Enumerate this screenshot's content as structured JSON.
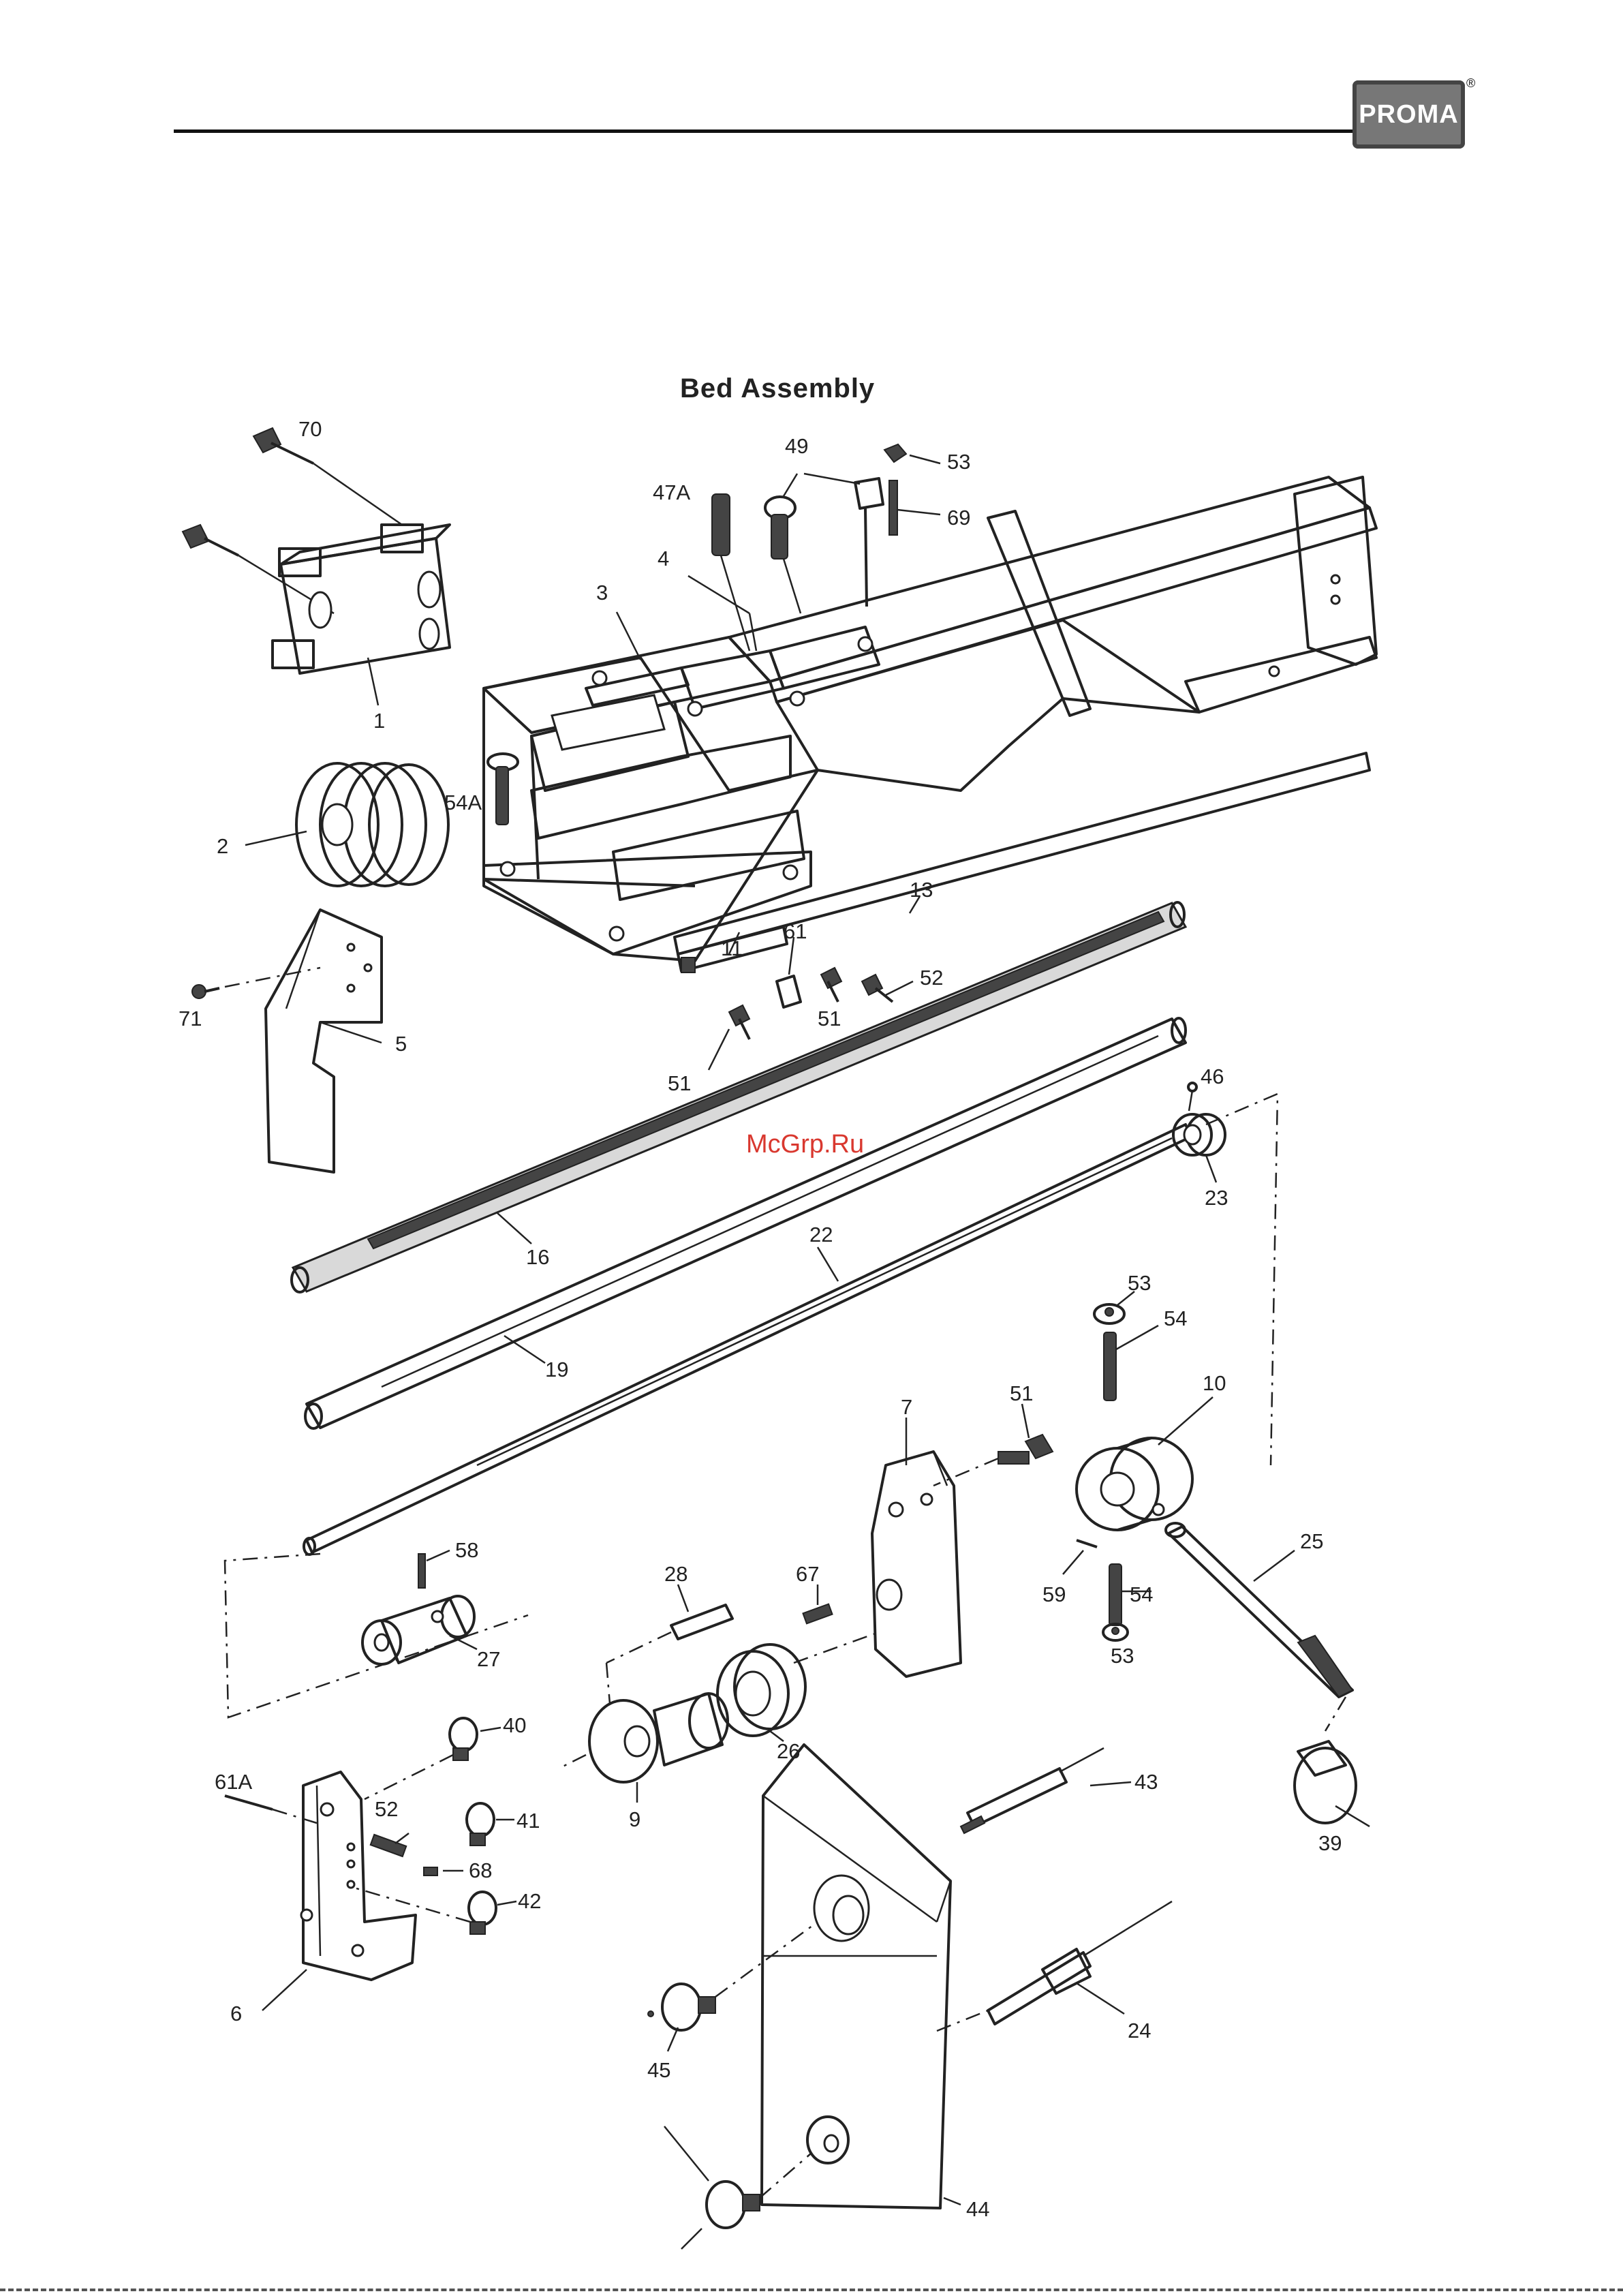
{
  "header": {
    "logo_text": "PROMA",
    "logo_reg": "®"
  },
  "diagram": {
    "title": "Bed Assembly",
    "watermark": "McGrp.Ru",
    "labels": [
      {
        "id": "70",
        "text": "70"
      },
      {
        "id": "1",
        "text": "1"
      },
      {
        "id": "2",
        "text": "2"
      },
      {
        "id": "71",
        "text": "71"
      },
      {
        "id": "5",
        "text": "5"
      },
      {
        "id": "47A",
        "text": "47A"
      },
      {
        "id": "49",
        "text": "49"
      },
      {
        "id": "53a",
        "text": "53"
      },
      {
        "id": "69",
        "text": "69"
      },
      {
        "id": "4",
        "text": "4"
      },
      {
        "id": "3",
        "text": "3"
      },
      {
        "id": "54A",
        "text": "54A"
      },
      {
        "id": "13",
        "text": "13"
      },
      {
        "id": "61",
        "text": "61"
      },
      {
        "id": "11",
        "text": "11"
      },
      {
        "id": "52a",
        "text": "52"
      },
      {
        "id": "51a",
        "text": "51"
      },
      {
        "id": "51b",
        "text": "51"
      },
      {
        "id": "46",
        "text": "46"
      },
      {
        "id": "23",
        "text": "23"
      },
      {
        "id": "16",
        "text": "16"
      },
      {
        "id": "22",
        "text": "22"
      },
      {
        "id": "19",
        "text": "19"
      },
      {
        "id": "53b",
        "text": "53"
      },
      {
        "id": "54a",
        "text": "54"
      },
      {
        "id": "7",
        "text": "7"
      },
      {
        "id": "51c",
        "text": "51"
      },
      {
        "id": "10",
        "text": "10"
      },
      {
        "id": "25",
        "text": "25"
      },
      {
        "id": "58",
        "text": "58"
      },
      {
        "id": "28",
        "text": "28"
      },
      {
        "id": "67",
        "text": "67"
      },
      {
        "id": "59",
        "text": "59"
      },
      {
        "id": "54b",
        "text": "54"
      },
      {
        "id": "53c",
        "text": "53"
      },
      {
        "id": "27",
        "text": "27"
      },
      {
        "id": "26",
        "text": "26"
      },
      {
        "id": "40",
        "text": "40"
      },
      {
        "id": "61A",
        "text": "61A"
      },
      {
        "id": "52b",
        "text": "52"
      },
      {
        "id": "41",
        "text": "41"
      },
      {
        "id": "68",
        "text": "68"
      },
      {
        "id": "42",
        "text": "42"
      },
      {
        "id": "9",
        "text": "9"
      },
      {
        "id": "43",
        "text": "43"
      },
      {
        "id": "39",
        "text": "39"
      },
      {
        "id": "6",
        "text": "6"
      },
      {
        "id": "24",
        "text": "24"
      },
      {
        "id": "45",
        "text": "45"
      },
      {
        "id": "44",
        "text": "44"
      }
    ]
  }
}
